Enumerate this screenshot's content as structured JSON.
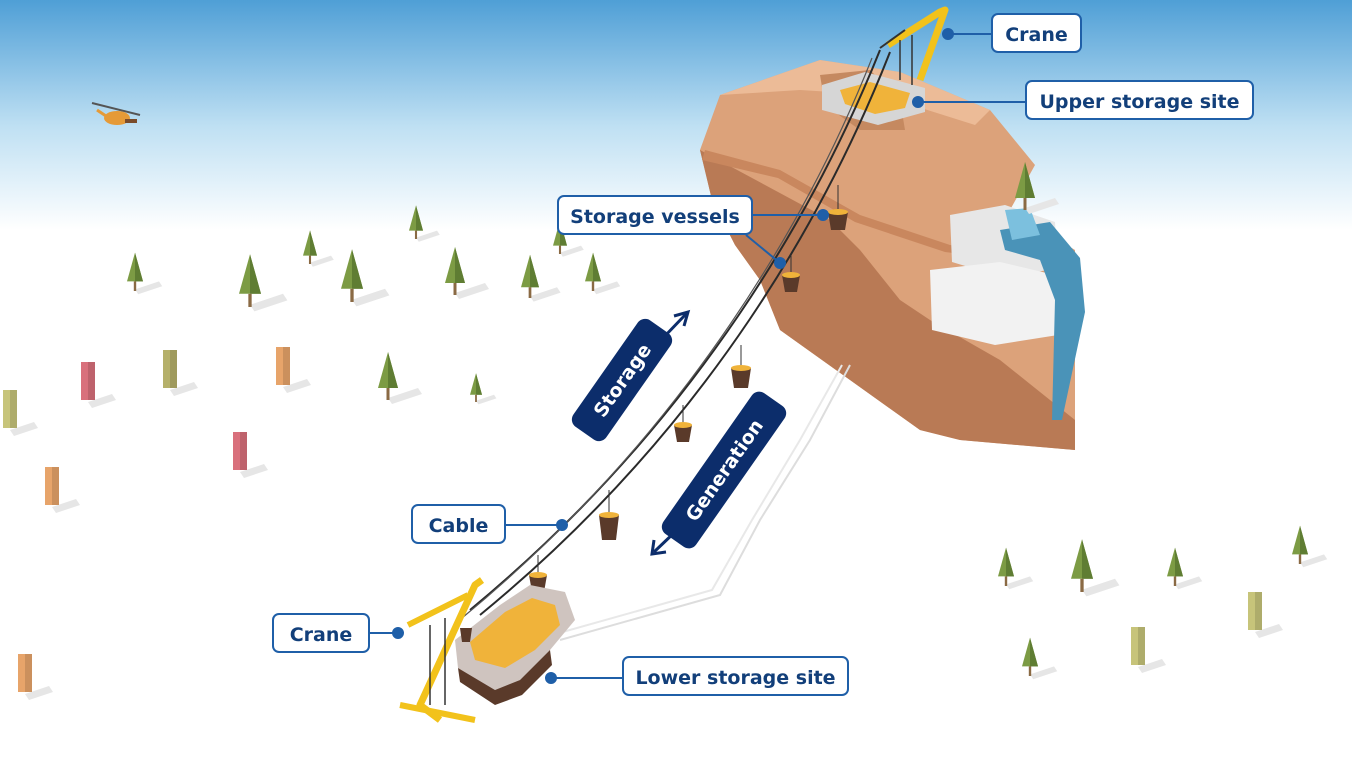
{
  "labels": {
    "crane_top": "Crane",
    "upper_storage": "Upper storage site",
    "storage_vessels": "Storage vessels",
    "cable": "Cable",
    "crane_bottom": "Crane",
    "lower_storage": "Lower storage site"
  },
  "flows": {
    "storage": "Storage",
    "generation": "Generation"
  },
  "colors": {
    "callout_border": "#1f5fa8",
    "callout_text": "#123f7a",
    "flow_badge": "#0c2d6b",
    "crane": "#f2c21b",
    "rock": "#dca27a",
    "sand": "#f0b33a",
    "water": "#4a93b8",
    "sky": "#5aa7d8"
  }
}
